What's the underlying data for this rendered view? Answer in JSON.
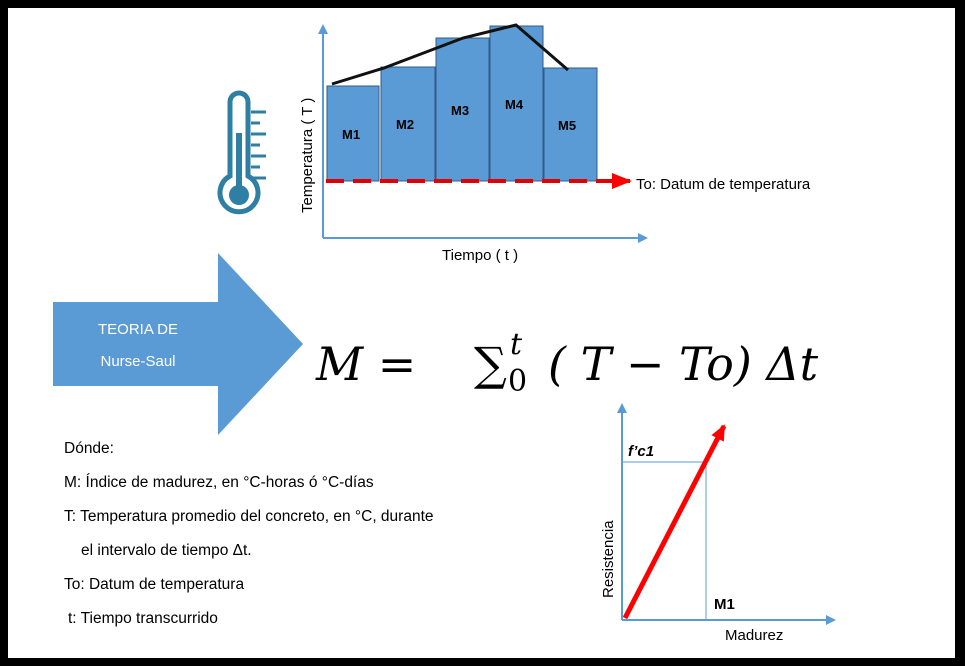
{
  "diagram": {
    "colors": {
      "blue": "#5b9bd5",
      "bar_fill": "#5b9bd5",
      "bar_stroke": "#2f5b87",
      "datum_line": "#e00000",
      "strength_arrow": "#ff0000"
    },
    "icon": "thermometer-icon",
    "top_chart": {
      "ylabel": "Temperatura ( T )",
      "xlabel": "Tiempo ( t )",
      "bars": [
        "M1",
        "M2",
        "M3",
        "M4",
        "M5"
      ],
      "datum_label": "To: Datum de temperatura"
    },
    "theory_arrow": {
      "line1": "TEORIA DE",
      "line2": "Nurse-Saul"
    },
    "formula": {
      "lhs": "M =",
      "sum": "∑",
      "upper": "t",
      "lower": "0",
      "rhs": "( T − To) Δt"
    },
    "legend": {
      "title": "Dónde:",
      "items": [
        "M: Índice de madurez, en °C-horas ó °C-días",
        "T: Temperatura promedio del concreto, en °C, durante",
        "el intervalo de tiempo Δt.",
        "To: Datum de temperatura",
        "t: Tiempo transcurrido"
      ]
    },
    "strength_chart": {
      "ylabel": "Resistencia",
      "xlabel": "Madurez",
      "point_y_label": "f’c1",
      "point_x_label": "M1"
    }
  }
}
